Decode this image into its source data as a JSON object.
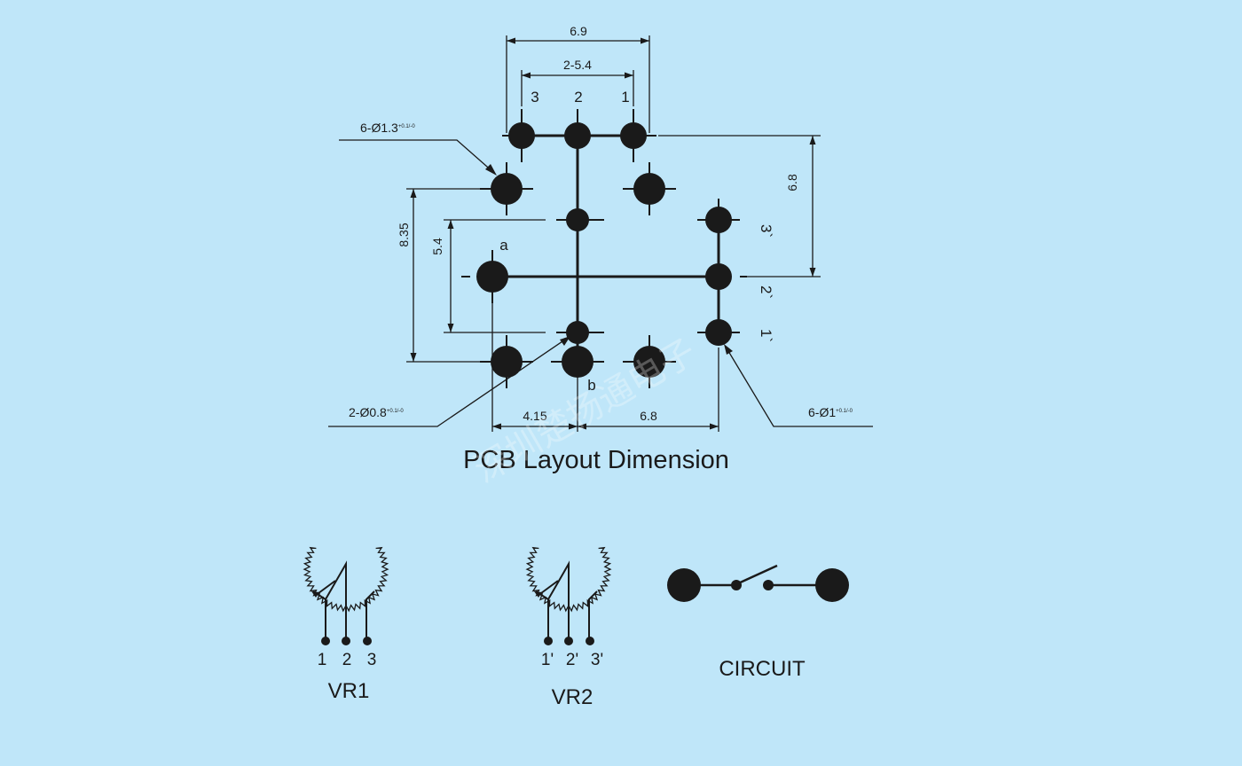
{
  "layout": {
    "title": "PCB Layout Dimension",
    "dimensions": {
      "top_width": "6.9",
      "pin_pitch": "2-5.4",
      "right_height": "6.8",
      "left_height": "8.35",
      "inner_height": "5.4",
      "bottom_left": "4.15",
      "bottom_right": "6.8"
    },
    "pin_labels": {
      "top_3": "3",
      "top_2": "2",
      "top_1": "1",
      "right_3": "3`",
      "right_2": "2`",
      "right_1": "1`",
      "a": "a",
      "b": "b"
    },
    "callouts": {
      "big_holes": {
        "main": "6-Ø1.3",
        "tol": "+0.1/-0"
      },
      "small_holes": {
        "main": "2-Ø0.8",
        "tol": "+0.1/-0"
      },
      "mid_holes": {
        "main": "6-Ø1",
        "tol": "+0.1/-0"
      }
    }
  },
  "symbols": {
    "vr1": {
      "label": "VR1",
      "pins": [
        "1",
        "2",
        "3"
      ]
    },
    "vr2": {
      "label": "VR2",
      "pins": [
        "1'",
        "2'",
        "3'"
      ]
    },
    "circuit": {
      "label": "CIRCUIT"
    }
  },
  "watermark": "深圳楚扬通电子",
  "colors": {
    "background": "#bfe6f9",
    "ink": "#1a1a1a"
  }
}
